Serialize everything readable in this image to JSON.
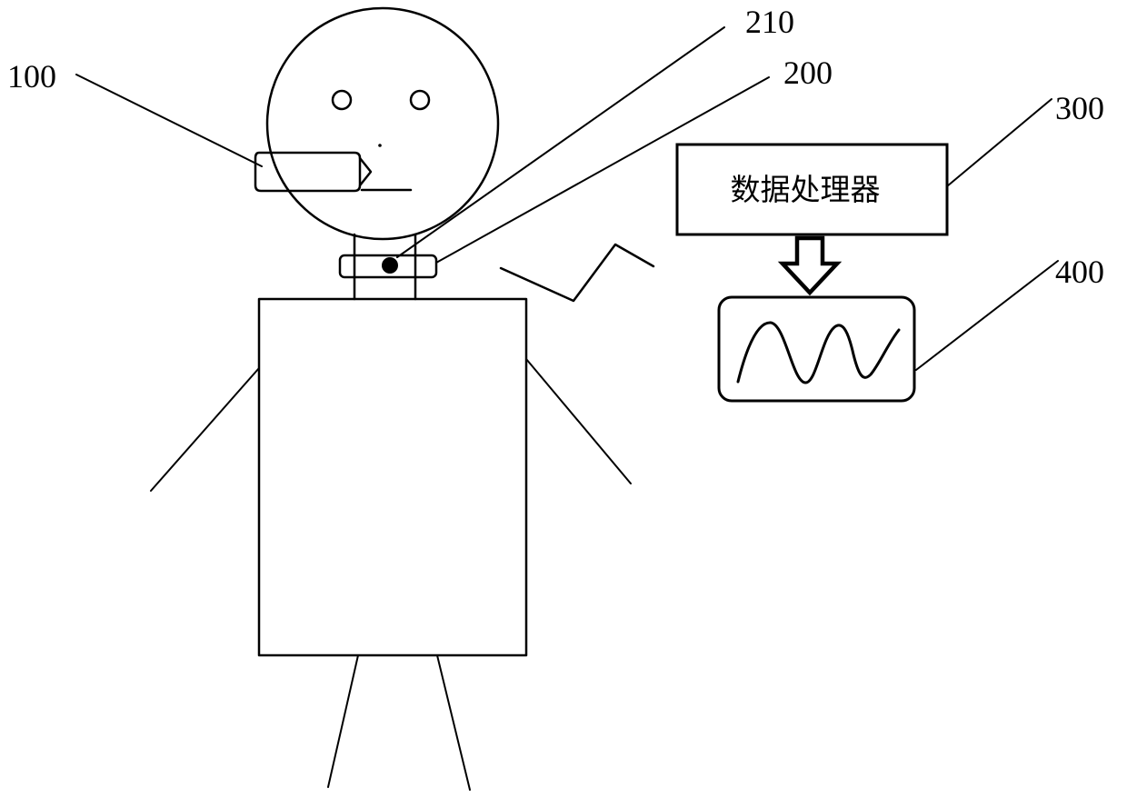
{
  "figure": {
    "reference_numerals": {
      "microphone": "100",
      "neck_band": "200",
      "sensor": "210",
      "data_processor": "300",
      "display": "400"
    },
    "data_processor_label": "数据处理器"
  }
}
